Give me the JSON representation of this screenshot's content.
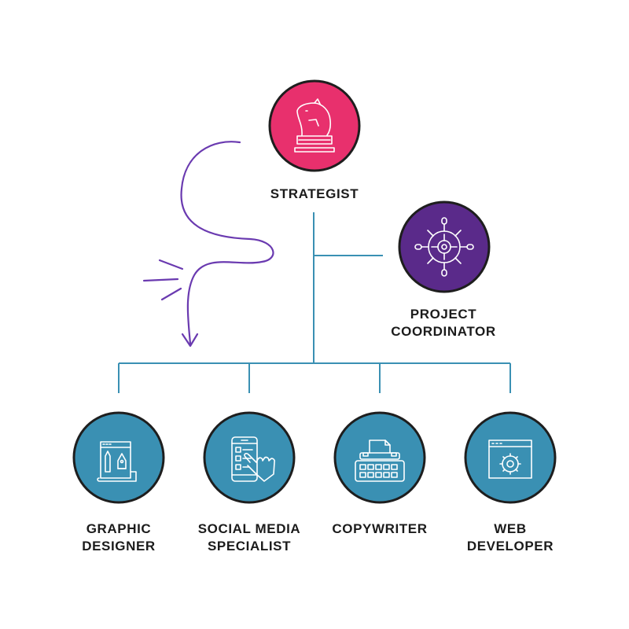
{
  "colors": {
    "strategist": "#e8306d",
    "coordinator": "#5a2a8a",
    "team": "#3a90b3",
    "connector": "#3a90b3",
    "scribble": "#6a3ab0",
    "icon_stroke": "#ffffff",
    "label_text": "#1b1b1b"
  },
  "nodes": {
    "strategist": {
      "icon": "chess-knight-icon",
      "label": [
        "STRATEGIST"
      ]
    },
    "coordinator": {
      "icon": "ship-wheel-icon",
      "label": [
        "PROJECT",
        "COORDINATOR"
      ]
    },
    "graphic": {
      "icon": "pen-tablet-icon",
      "label": [
        "GRAPHIC",
        "DESIGNER"
      ]
    },
    "social": {
      "icon": "phone-touch-icon",
      "label": [
        "SOCIAL MEDIA",
        "SPECIALIST"
      ]
    },
    "copy": {
      "icon": "typewriter-icon",
      "label": [
        "COPYWRITER"
      ]
    },
    "web": {
      "icon": "browser-gear-icon",
      "label": [
        "WEB",
        "DEVELOPER"
      ]
    }
  }
}
